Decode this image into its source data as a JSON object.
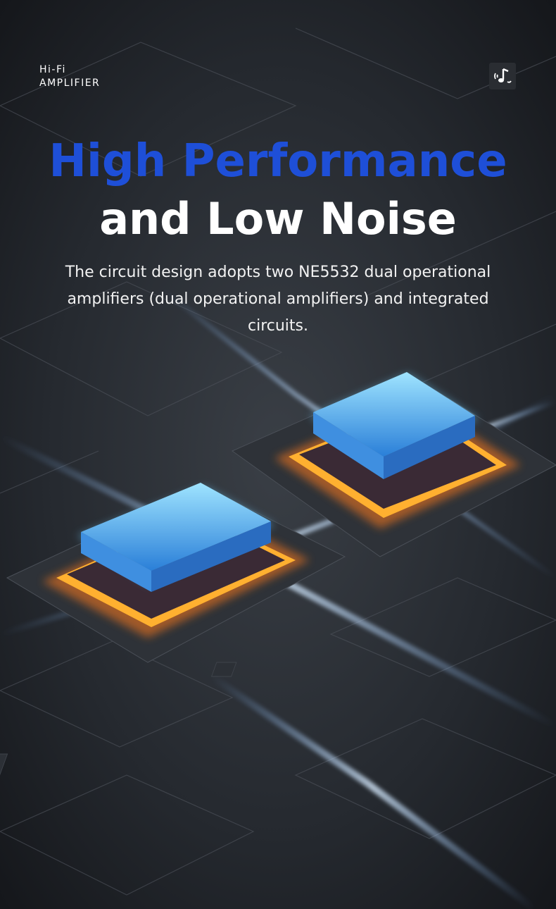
{
  "brand": {
    "line1": "Hi-Fi",
    "line2": "AMPLIFIER"
  },
  "badge": {
    "icon": "music-note-icon"
  },
  "headline": {
    "line1": "High Performance",
    "line2": "and Low Noise"
  },
  "description": "The circuit design adopts two NE5532 dual operational amplifiers (dual operational amplifiers) and integrated circuits.",
  "colors": {
    "accent": "#1e4fd8",
    "background": "#1c1f24",
    "glow_blue": "#5ec8ff",
    "glow_orange": "#ff8a1a"
  }
}
